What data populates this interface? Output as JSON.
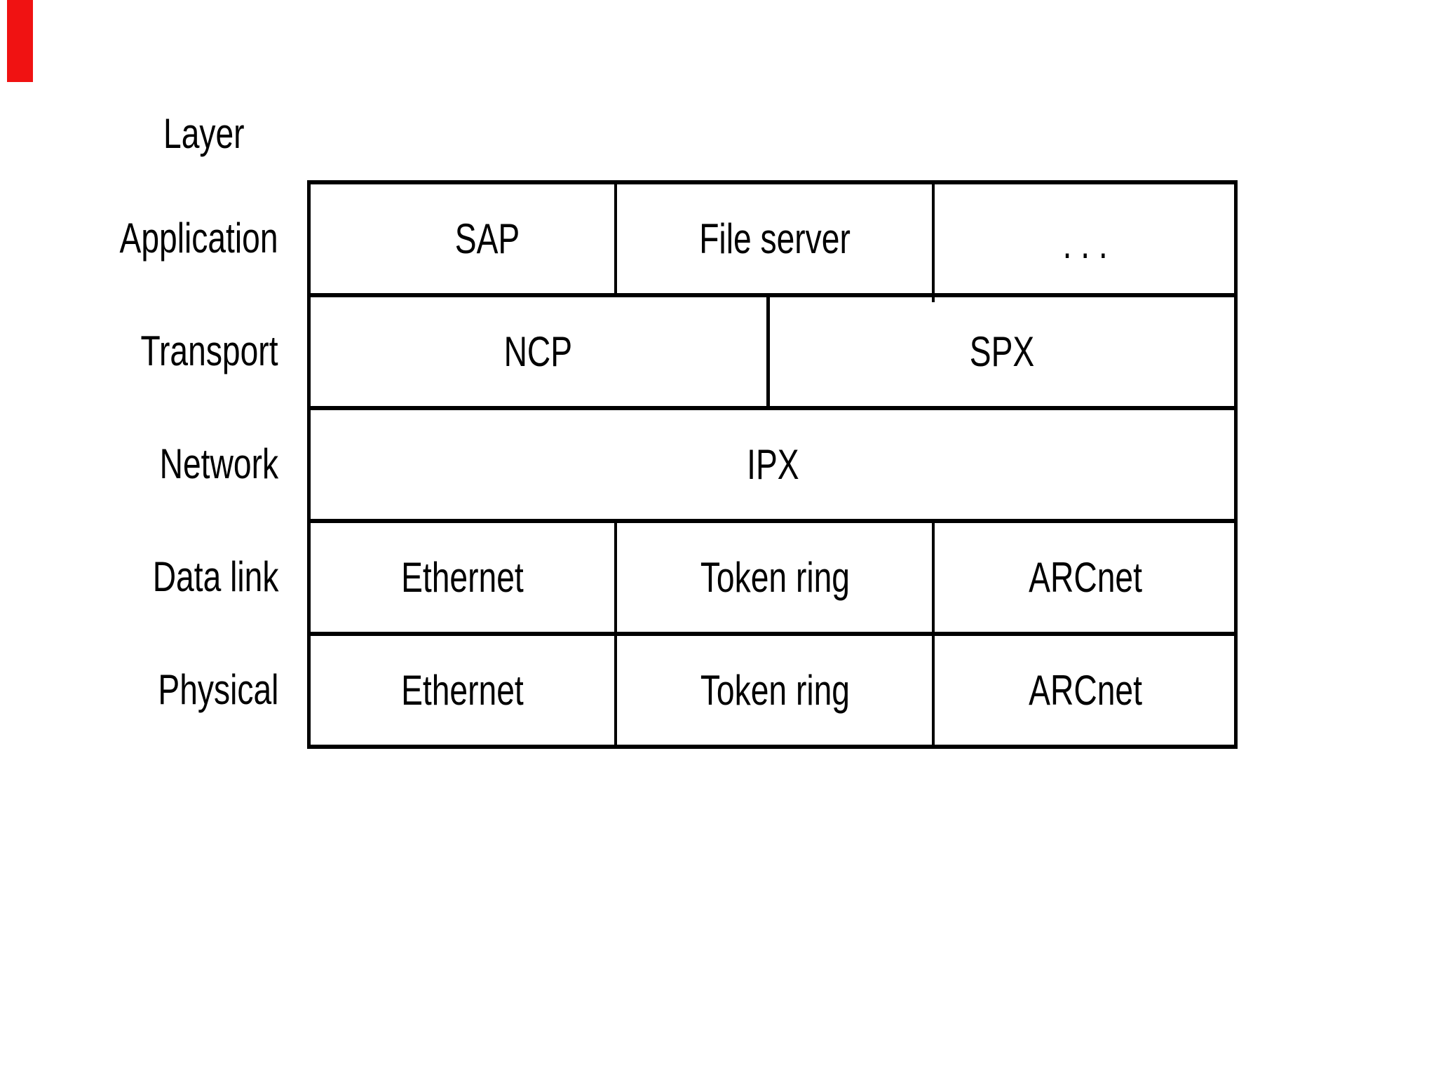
{
  "page": {
    "background": "#ffffff",
    "line_color": "#000000",
    "text_color": "#000000"
  },
  "scan_artifact": {
    "description": "red-bar-artifact",
    "color": "#f01212"
  },
  "diagram": {
    "corner_label": "Layer",
    "rows": [
      {
        "layer": "Application",
        "cells": [
          "SAP",
          "File server",
          ". . ."
        ]
      },
      {
        "layer": "Transport",
        "cells": [
          "NCP",
          "SPX"
        ]
      },
      {
        "layer": "Network",
        "cells": [
          "IPX"
        ]
      },
      {
        "layer": "Data link",
        "cells": [
          "Ethernet",
          "Token ring",
          "ARCnet"
        ]
      },
      {
        "layer": "Physical",
        "cells": [
          "Ethernet",
          "Token ring",
          "ARCnet"
        ]
      }
    ]
  }
}
